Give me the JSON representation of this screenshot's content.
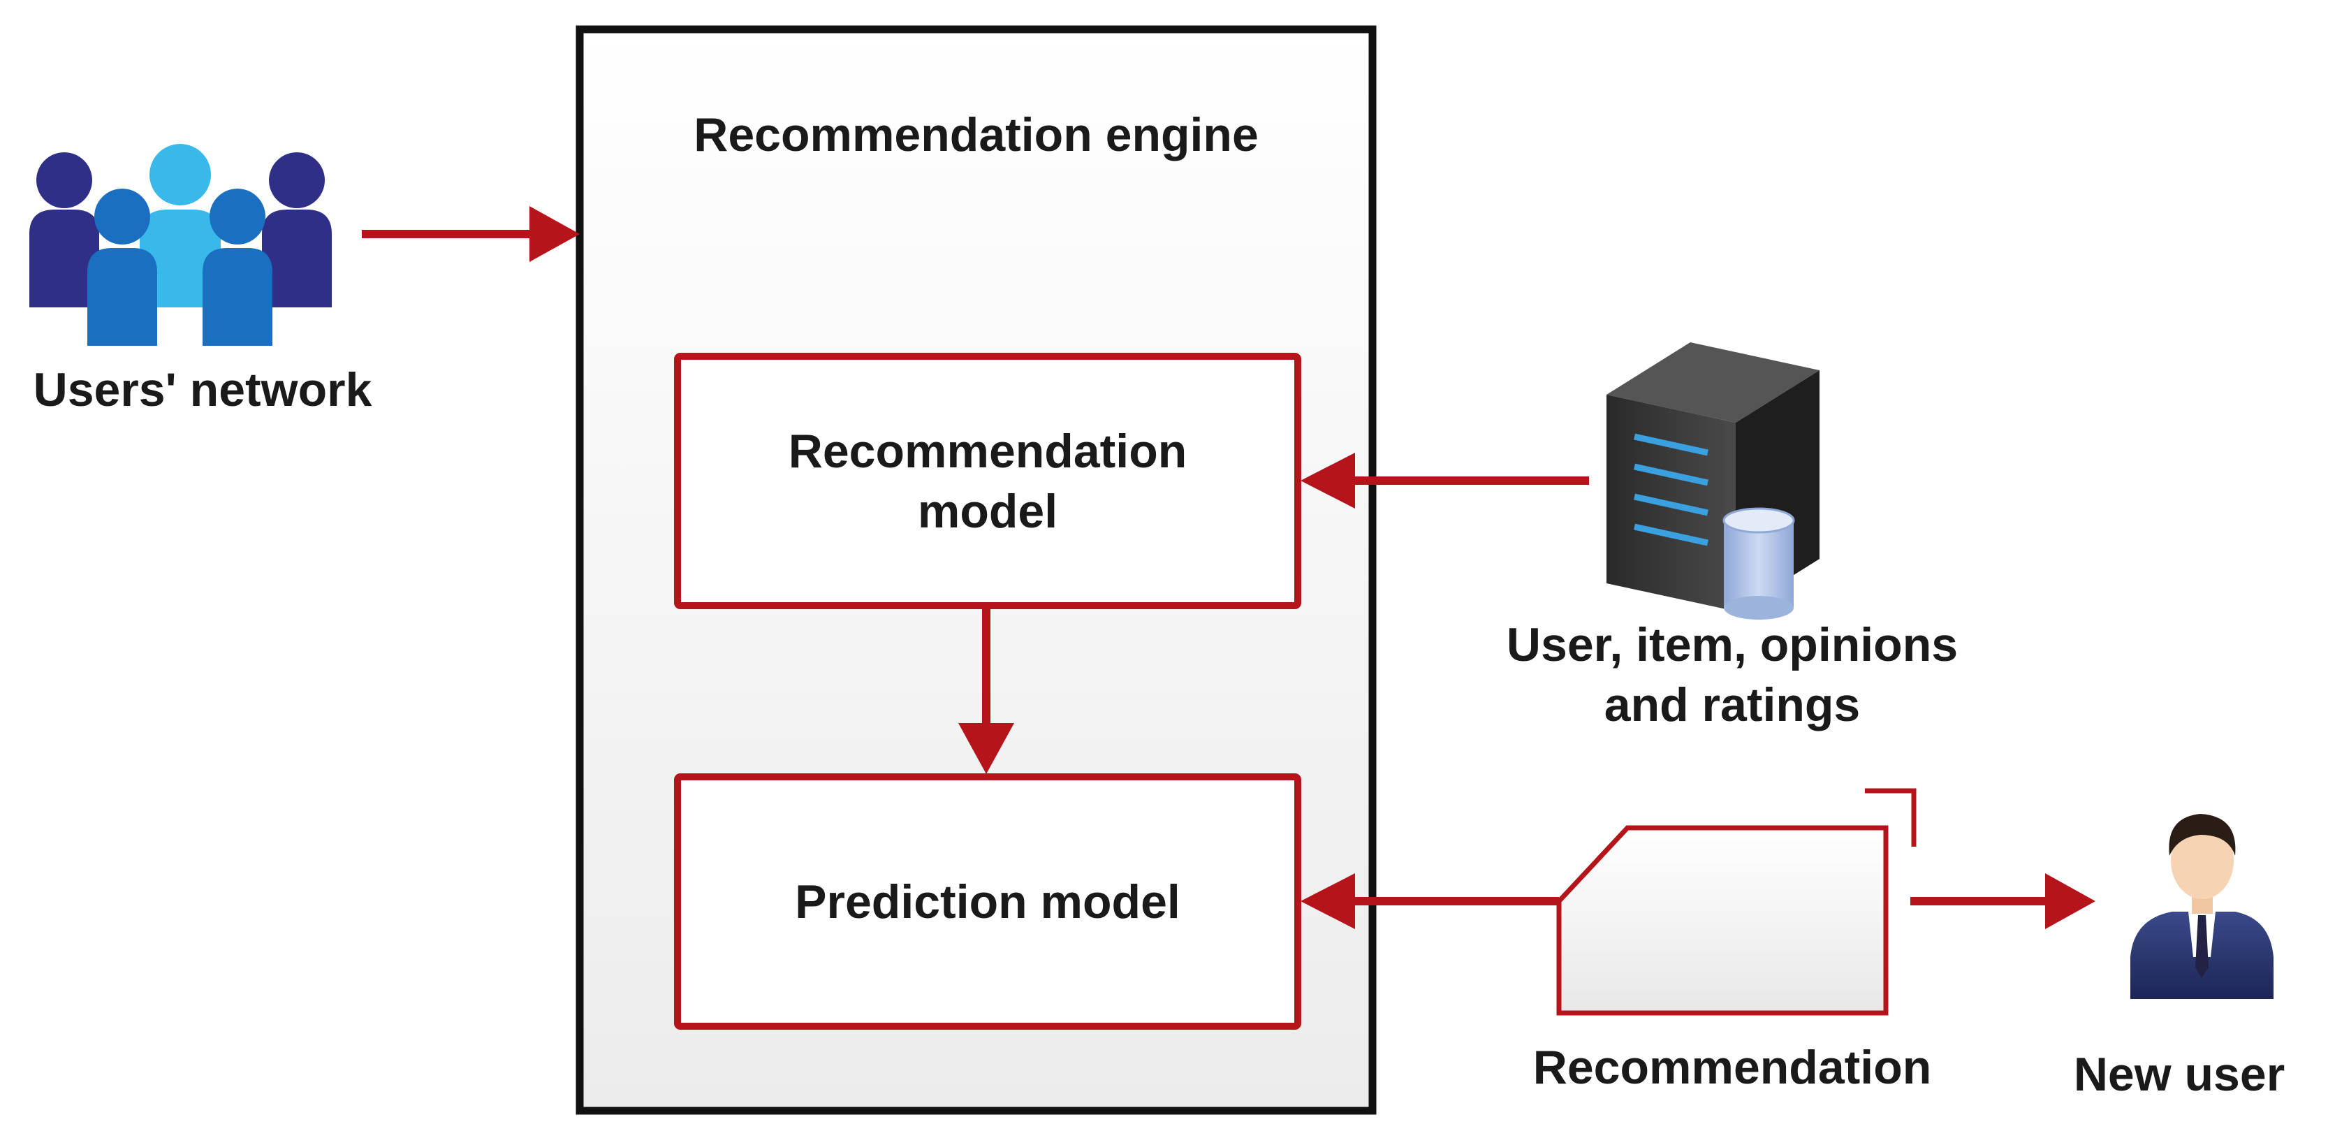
{
  "engine": {
    "title": "Recommendation engine",
    "recommendation_model": "Recommendation\nmodel",
    "prediction_model": "Prediction model"
  },
  "inputs": {
    "users_network": "Users' network",
    "data_source_line1": "User, item, opinions",
    "data_source_line2": "and ratings"
  },
  "outputs": {
    "recommendation": "Recommendation",
    "new_user": "New user"
  },
  "icons": {
    "users": "users-group-icon",
    "server": "server-database-icon",
    "document": "document-icon",
    "user": "businessman-icon"
  },
  "colors": {
    "accent": "#b5141b",
    "frame": "#111111",
    "users_dark": "#2f2f87",
    "users_mid": "#1b6fc0",
    "users_light": "#39b8ea"
  }
}
